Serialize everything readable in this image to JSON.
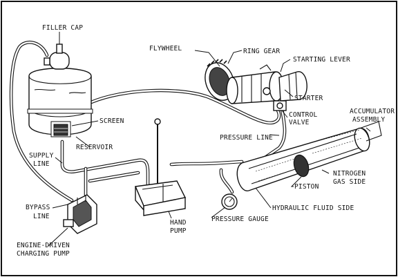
{
  "labels": {
    "filler_cap": "FILLER CAP",
    "flywheel": "FLYWHEEL",
    "ring_gear": "RING GEAR",
    "starting_lever": "STARTING LEVER",
    "starter": "STARTER",
    "control_valve_1": "CONTROL",
    "control_valve_2": "VALVE",
    "accumulator_1": "ACCUMULATOR",
    "accumulator_2": "ASSEMBLY",
    "screen": "SCREEN",
    "reservoir": "RESERVOIR",
    "pressure_line": "PRESSURE LINE",
    "supply_line_1": "SUPPLY",
    "supply_line_2": "LINE",
    "nitrogen_1": "NITROGEN",
    "nitrogen_2": "GAS SIDE",
    "piston": "PISTON",
    "bypass_line_1": "BYPASS",
    "bypass_line_2": "LINE",
    "hydraulic_fluid_side": "HYDRAULIC FLUID SIDE",
    "hand_pump_1": "HAND",
    "hand_pump_2": "PUMP",
    "pressure_gauge": "PRESSURE GAUGE",
    "charging_pump_1": "ENGINE-DRIVEN",
    "charging_pump_2": "CHARGING PUMP"
  }
}
